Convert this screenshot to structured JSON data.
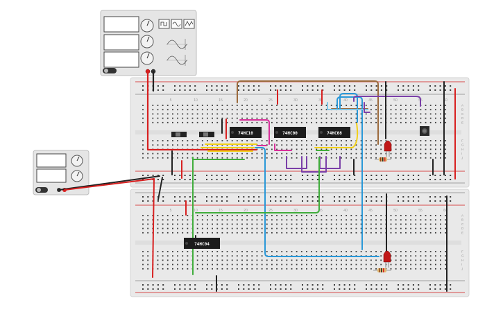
{
  "chips": [
    {
      "id": "u1",
      "label": "74HC10"
    },
    {
      "id": "u2",
      "label": "74HC00"
    },
    {
      "id": "u3",
      "label": "74HC08"
    },
    {
      "id": "u4",
      "label": "74HC04"
    }
  ],
  "breadboards": {
    "column_numbers": [
      "5",
      "10",
      "15",
      "20",
      "25",
      "30",
      "35",
      "40",
      "45",
      "50",
      "55",
      "60"
    ],
    "row_letters_top": [
      "A",
      "B",
      "C",
      "D",
      "E"
    ],
    "row_letters_bottom": [
      "F",
      "G",
      "H",
      "I",
      "J"
    ]
  },
  "function_generator": {
    "waveforms": [
      "square",
      "sine",
      "triangle"
    ]
  },
  "colors": {
    "board": "#e9e9e9",
    "rail_red": "#d01414",
    "rail_black": "#222222",
    "chip": "#1c1c1c",
    "wire_brown": "#9c6a3c",
    "wire_blue": "#2a98d8",
    "wire_purple": "#7a3fa8",
    "wire_pink": "#d8309a",
    "wire_yellow": "#f2d017",
    "wire_green": "#40ad3c",
    "wire_red": "#d82020",
    "wire_black": "#222222",
    "led": "#c01818"
  }
}
